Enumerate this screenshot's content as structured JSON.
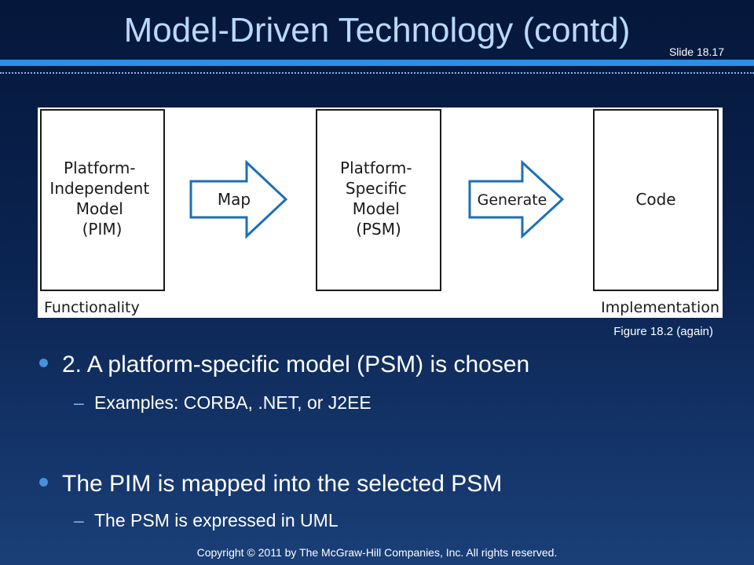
{
  "slide": {
    "title": "Model-Driven Technology (contd)",
    "number": "Slide 18.17"
  },
  "figure": {
    "boxes": [
      {
        "lines": [
          "Platform-",
          "Independent",
          "Model",
          "(PIM)"
        ]
      },
      {
        "lines": [
          "Platform-",
          "Specific",
          "Model",
          "(PSM)"
        ]
      },
      {
        "lines": [
          "Code"
        ]
      }
    ],
    "arrows": [
      "Map",
      "Generate"
    ],
    "axis_left": "Functionality",
    "axis_right": "Implementation",
    "caption": "Figure 18.2 (again)"
  },
  "bullets": [
    {
      "text": "2.   A platform-specific model (PSM) is chosen",
      "subs": [
        "Examples: CORBA, .NET, or J2EE"
      ]
    },
    {
      "text": "The PIM is mapped into the selected PSM",
      "subs": [
        "The PSM is expressed in UML"
      ]
    }
  ],
  "sub_marker": "–",
  "copyright": "Copyright © 2011 by The McGraw-Hill Companies, Inc. All rights reserved.",
  "colors": {
    "title": "#b9d9ff",
    "accent_rule": "#2c8fe6",
    "arrow_stroke": "#1b6fb8",
    "bullet_dot": "#4a90d9"
  }
}
